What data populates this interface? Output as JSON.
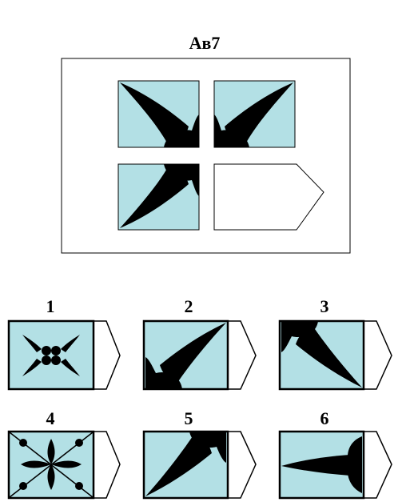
{
  "puzzle": {
    "title": "Ав7",
    "fill_color": "#b3e0e5",
    "matrix_cells": [
      {
        "name": "cell-top-left",
        "pattern": "leaf-diagonal-up-left"
      },
      {
        "name": "cell-top-right",
        "pattern": "leaf-diagonal-up-right"
      },
      {
        "name": "cell-bottom-left",
        "pattern": "leaf-diagonal-down-left"
      },
      {
        "name": "cell-bottom-right",
        "pattern": "missing"
      }
    ]
  },
  "options": [
    {
      "label": "1",
      "pattern": "four-small-leaves"
    },
    {
      "label": "2",
      "pattern": "leaf-diagonal-up-right-base-left"
    },
    {
      "label": "3",
      "pattern": "leaf-diagonal-down-right-base-left"
    },
    {
      "label": "4",
      "pattern": "cross-with-dots"
    },
    {
      "label": "5",
      "pattern": "leaf-diagonal-down-left-base-right"
    },
    {
      "label": "6",
      "pattern": "leaf-horizontal-base-right"
    }
  ]
}
